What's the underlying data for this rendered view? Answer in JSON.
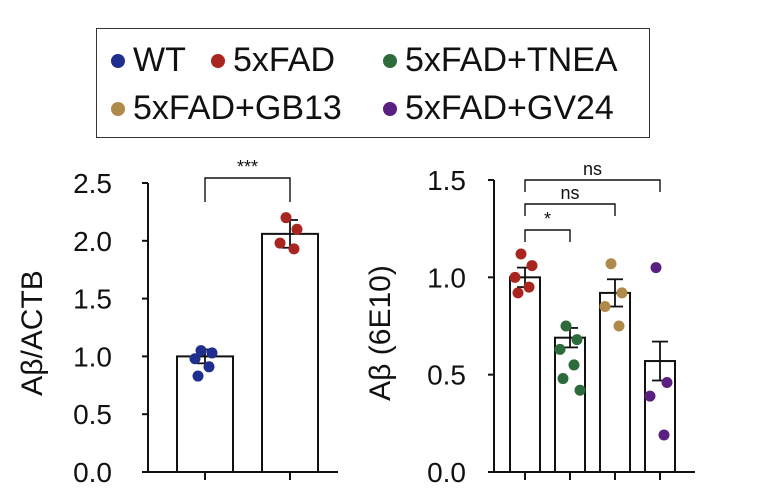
{
  "legend": {
    "items": [
      {
        "label": "WT",
        "color": "#1f2f8f"
      },
      {
        "label": "5xFAD",
        "color": "#a8261f"
      },
      {
        "label": "5xFAD+TNEA",
        "color": "#2e6b3a"
      },
      {
        "label": "5xFAD+GB13",
        "color": "#b08a4a"
      },
      {
        "label": "5xFAD+GV24",
        "color": "#5a1f80"
      }
    ]
  },
  "chart_data": [
    {
      "type": "bar",
      "ylabel": "Aβ/ACTB",
      "ylim": [
        0,
        2.5
      ],
      "yticks": [
        "0.0",
        "0.5",
        "1.0",
        "1.5",
        "2.0",
        "2.5"
      ],
      "categories": [
        "WT",
        "5xFAD"
      ],
      "values": [
        1.0,
        2.06
      ],
      "errors": [
        0.06,
        0.12
      ],
      "colors": [
        "#1f2f8f",
        "#a8261f"
      ],
      "points": [
        [
          1.05,
          1.03,
          0.98,
          0.91,
          0.83
        ],
        [
          2.2,
          2.1,
          1.98,
          1.93
        ]
      ],
      "comparisons": [
        {
          "from": 0,
          "to": 1,
          "label": "***"
        }
      ]
    },
    {
      "type": "bar",
      "ylabel": "Aβ (6E10)",
      "ylim": [
        0,
        1.5
      ],
      "yticks": [
        "0.0",
        "0.5",
        "1.0",
        "1.5"
      ],
      "categories": [
        "5xFAD",
        "5xFAD+TNEA",
        "5xFAD+GB13",
        "5xFAD+GV24"
      ],
      "values": [
        1.0,
        0.69,
        0.92,
        0.57
      ],
      "errors": [
        0.05,
        0.05,
        0.07,
        0.1
      ],
      "colors": [
        "#a8261f",
        "#2e6b3a",
        "#b08a4a",
        "#5a1f80"
      ],
      "points": [
        [
          1.12,
          1.06,
          1.0,
          0.95,
          0.92
        ],
        [
          0.75,
          0.68,
          0.63,
          0.55,
          0.48,
          0.42
        ],
        [
          1.07,
          0.92,
          0.85,
          0.75
        ],
        [
          1.05,
          0.46,
          0.39,
          0.19
        ]
      ],
      "comparisons": [
        {
          "from": 0,
          "to": 1,
          "label": "*"
        },
        {
          "from": 0,
          "to": 2,
          "label": "ns"
        },
        {
          "from": 0,
          "to": 3,
          "label": "ns"
        }
      ]
    }
  ]
}
